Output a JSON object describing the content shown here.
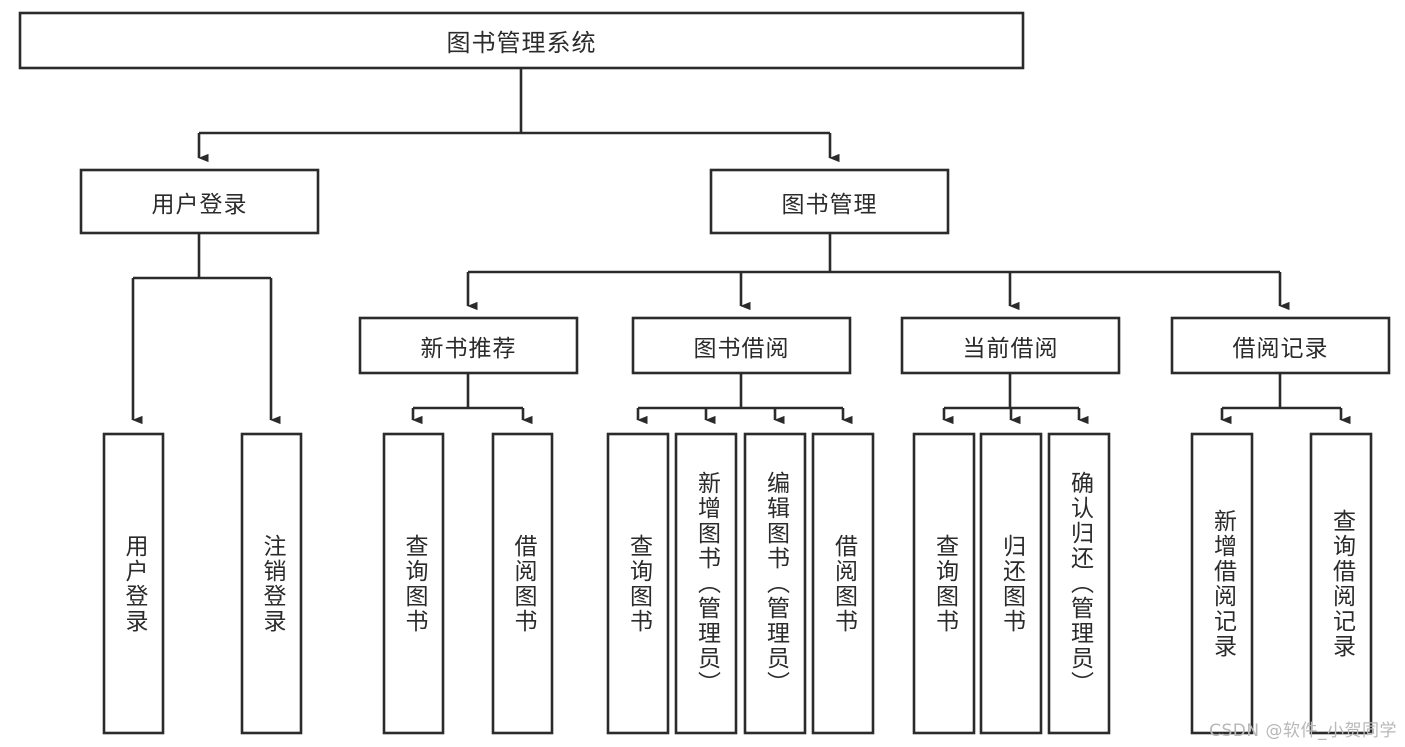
{
  "diagram": {
    "title": "图书管理系统",
    "type": "tree-hierarchy",
    "levels": {
      "root": {
        "label": "图书管理系统"
      },
      "level2": [
        {
          "label": "用户登录"
        },
        {
          "label": "图书管理"
        }
      ],
      "level3": [
        {
          "label": "新书推荐"
        },
        {
          "label": "图书借阅"
        },
        {
          "label": "当前借阅"
        },
        {
          "label": "借阅记录"
        }
      ],
      "leaves": [
        {
          "label": "用户登录",
          "parent": "用户登录"
        },
        {
          "label": "注销登录",
          "parent": "用户登录"
        },
        {
          "label": "查询图书",
          "parent": "新书推荐"
        },
        {
          "label": "借阅图书",
          "parent": "新书推荐"
        },
        {
          "label": "查询图书",
          "parent": "图书借阅"
        },
        {
          "label": "新增图书（管理员）",
          "parent": "图书借阅"
        },
        {
          "label": "编辑图书（管理员）",
          "parent": "图书借阅"
        },
        {
          "label": "借阅图书",
          "parent": "图书借阅"
        },
        {
          "label": "查询图书",
          "parent": "当前借阅"
        },
        {
          "label": "归还图书",
          "parent": "当前借阅"
        },
        {
          "label": "确认归还（管理员）",
          "parent": "当前借阅"
        },
        {
          "label": "新增借阅记录",
          "parent": "借阅记录"
        },
        {
          "label": "查询借阅记录",
          "parent": "借阅记录"
        }
      ]
    },
    "colors": {
      "stroke": "#2b2b2b",
      "fill": "#ffffff",
      "text": "#2b2b2b",
      "watermark": "#b8b8b8"
    }
  },
  "watermark": {
    "text": "CSDN @软件_小贺同学"
  }
}
